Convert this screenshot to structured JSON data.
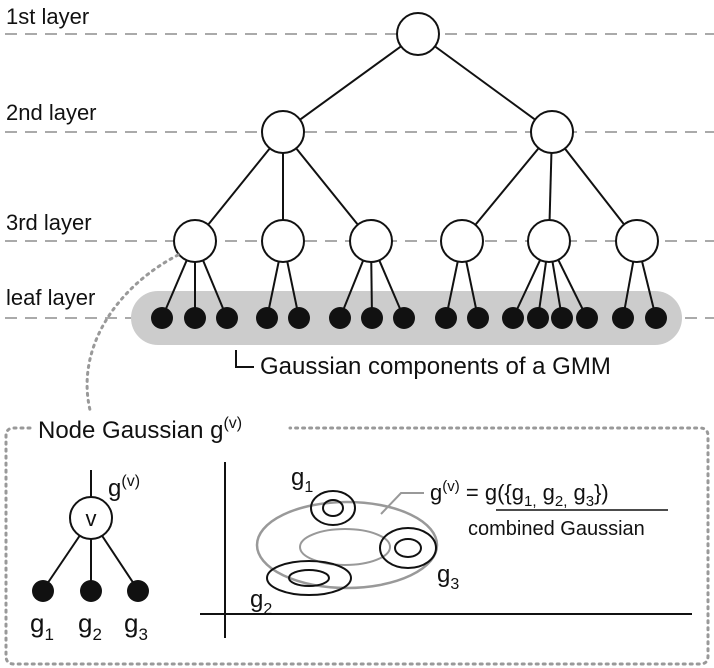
{
  "layers": {
    "first": "1st layer",
    "second": "2nd layer",
    "third": "3rd layer",
    "leaf": "leaf layer"
  },
  "leaf_caption": "Gaussian components of a GMM",
  "node_gaussian": {
    "title_main": "Node Gaussian g",
    "title_sup": "(v)"
  },
  "small_tree": {
    "node_label": "v",
    "g_main": "g",
    "g_sup": "(v)",
    "leaves": [
      {
        "main": "g",
        "sub": "1"
      },
      {
        "main": "g",
        "sub": "2"
      },
      {
        "main": "g",
        "sub": "3"
      }
    ]
  },
  "equation": {
    "lhs_main": "g",
    "lhs_sup": "(v)",
    "eq": " = ",
    "rhs_prefix": "g({g",
    "rhs_sub1": "1,",
    "rhs_mid1": " g",
    "rhs_sub2": "2,",
    "rhs_mid2": " g",
    "rhs_sub3": "3",
    "rhs_suffix": "})",
    "caption": "combined Gaussian"
  },
  "ellipse_labels": [
    {
      "main": "g",
      "sub": "1"
    },
    {
      "main": "g",
      "sub": "2"
    },
    {
      "main": "g",
      "sub": "3"
    }
  ]
}
